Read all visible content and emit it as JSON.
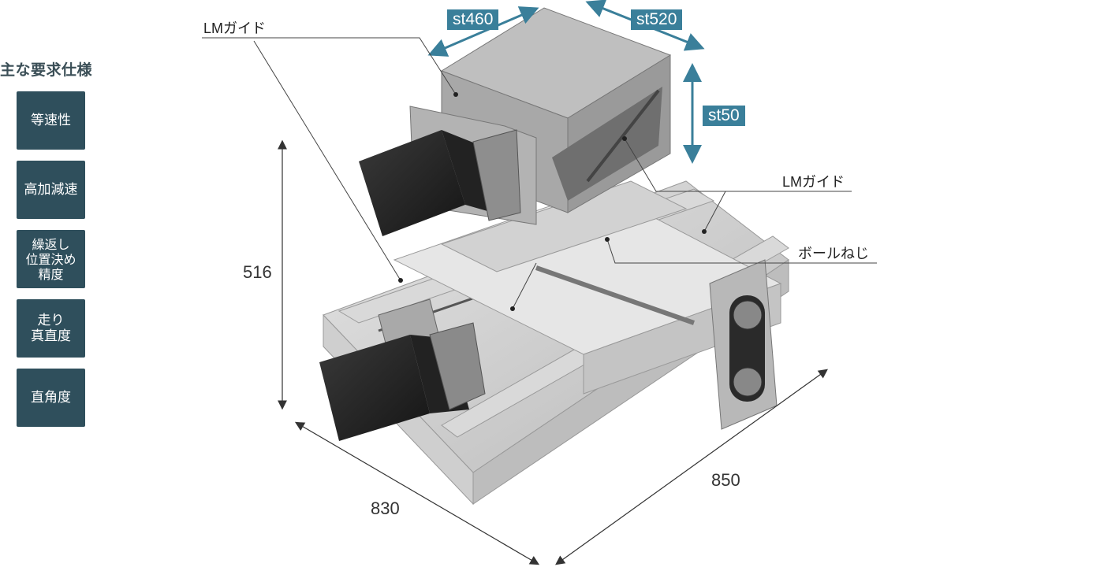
{
  "specs": {
    "title": "主な要求仕様",
    "items": [
      "等速性",
      "高加減速",
      "繰返し\n位置決め\n精度",
      "走り\n真直度",
      "直角度"
    ]
  },
  "strokes": {
    "x": "st460",
    "y": "st520",
    "z": "st50"
  },
  "dimensions": {
    "height": "516",
    "depth": "830",
    "width": "850"
  },
  "callouts": {
    "lm_guide_top": "LMガイド",
    "lm_guide_right": "LMガイド",
    "ball_screw": "ボールねじ"
  },
  "colors": {
    "spec_box": "#2f4f5c",
    "stroke_label": "#3a7f9a",
    "arrow": "#3a7f9a"
  }
}
